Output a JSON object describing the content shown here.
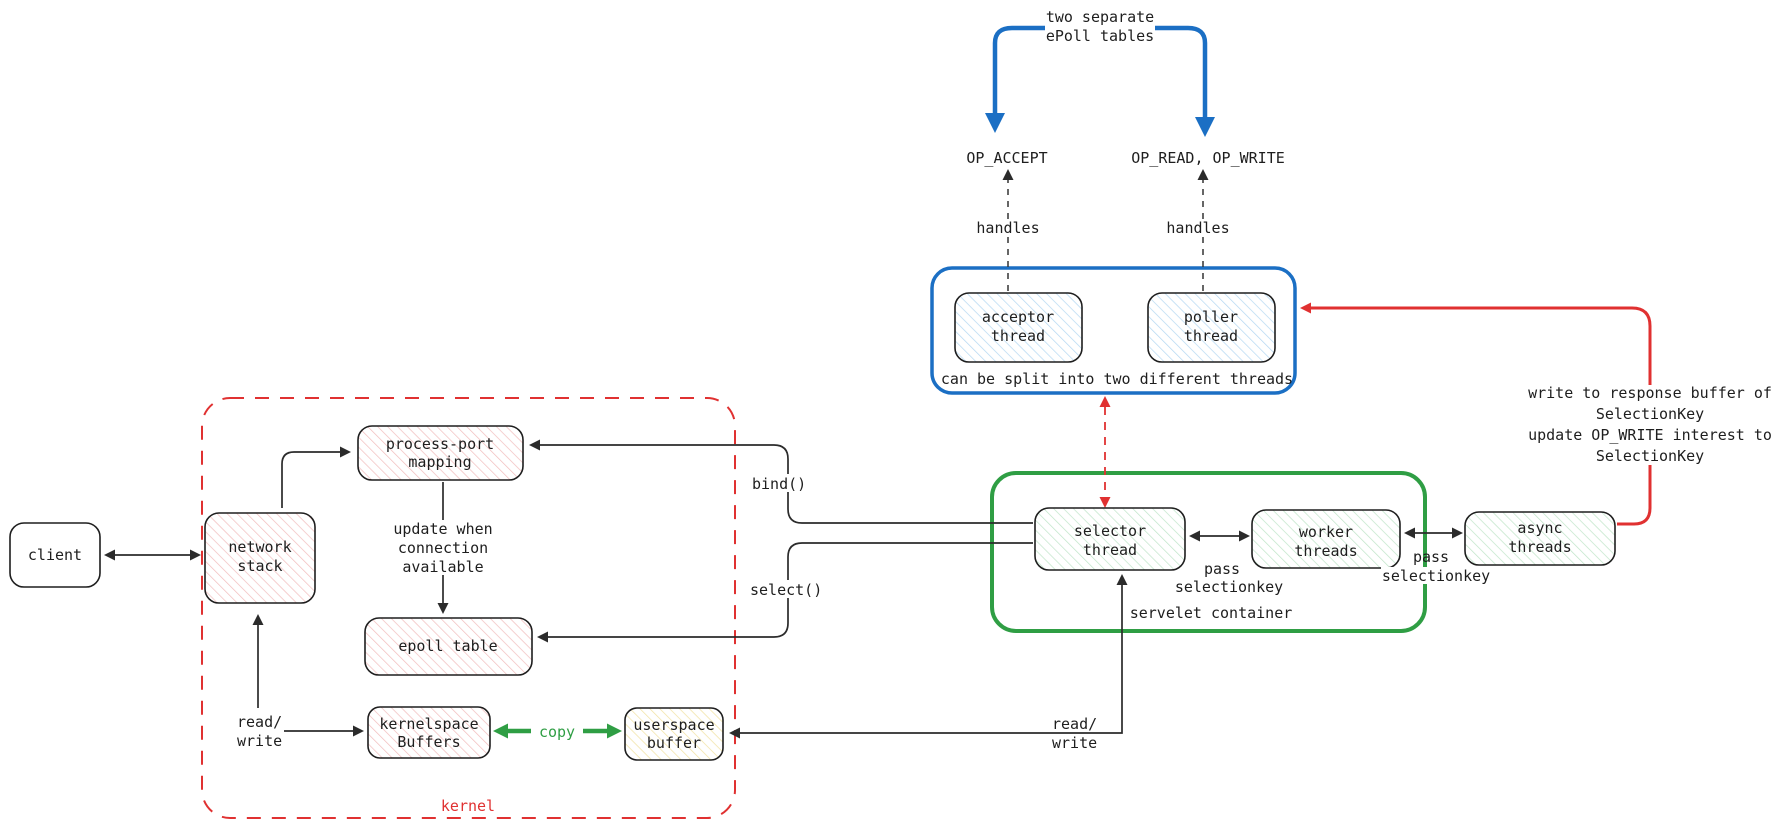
{
  "colors": {
    "accent_blue": "#1b6fc4",
    "accent_green": "#2f9e44",
    "accent_red": "#e03131",
    "ink": "#1e1e1e",
    "hatch_red_fill": "#f2bcbc",
    "hatch_blue_fill": "#b3d7f2",
    "hatch_green_fill": "#bfe5c8",
    "hatch_yellow_fill": "#f2e2a0"
  },
  "nodes": {
    "client": [
      "client"
    ],
    "network_stack": [
      "network",
      "stack"
    ],
    "process_port_mapping": [
      "process-port",
      "mapping"
    ],
    "epoll_table": [
      "epoll table"
    ],
    "kernelspace_buffers": [
      "kernelspace",
      "Buffers"
    ],
    "userspace_buffer": [
      "userspace",
      "buffer"
    ],
    "acceptor_thread": [
      "acceptor",
      "thread"
    ],
    "poller_thread": [
      "poller",
      "thread"
    ],
    "selector_thread": [
      "selector",
      "thread"
    ],
    "worker_threads": [
      "worker",
      "threads"
    ],
    "async_threads": [
      "async",
      "threads"
    ]
  },
  "containers": {
    "kernel_label": "kernel",
    "servlet_label": "servelet container",
    "thread_split_caption": "can be split into two different threads"
  },
  "labels": {
    "epoll_tables": [
      "two separate",
      "ePoll tables"
    ],
    "op_accept": "OP_ACCEPT",
    "op_read_write": "OP_READ, OP_WRITE",
    "handles_left": "handles",
    "handles_right": "handles",
    "bind_call": "bind()",
    "select_call": "select()",
    "update_when": [
      "update when",
      "connection",
      "available"
    ],
    "copy": "copy",
    "read_write_left": [
      "read/",
      "write"
    ],
    "read_write_right": [
      "read/",
      "write"
    ],
    "pass_selectionkey_left": [
      "pass",
      "selectionkey"
    ],
    "pass_selectionkey_right": [
      "pass",
      "selectionkey"
    ],
    "write_response": [
      "write to response buffer of",
      "SelectionKey",
      "update OP_WRITE interest to",
      "SelectionKey"
    ]
  }
}
